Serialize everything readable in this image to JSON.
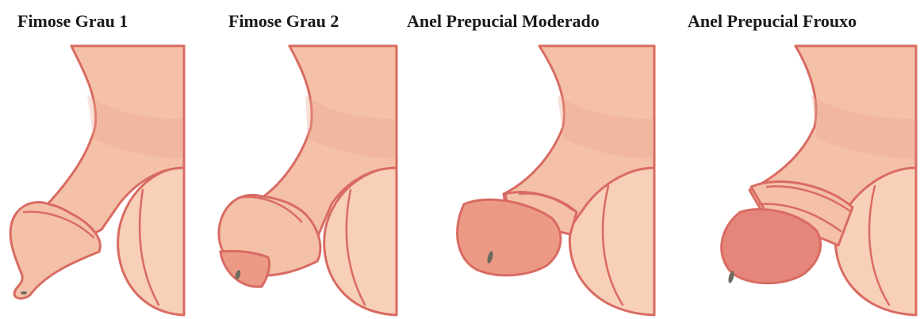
{
  "panels": [
    {
      "title": "Fimose Grau 1"
    },
    {
      "title": "Fimose Grau 2"
    },
    {
      "title": "Anel Prepucial Moderado"
    },
    {
      "title": "Anel Prepucial Frouxo"
    }
  ],
  "colors": {
    "skin": "#f4c1a8",
    "outline": "#d96b62",
    "glans": "#ec9a86",
    "glans_exposed": "#e4867a"
  }
}
